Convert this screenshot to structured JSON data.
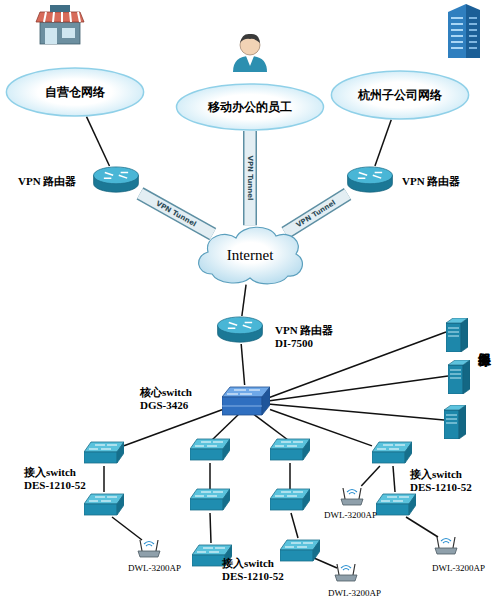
{
  "diagram": {
    "nodes": [
      {
        "text": [
          "自营仓网络"
        ]
      },
      {
        "text": [
          "移动办公的员工"
        ]
      },
      {
        "text": [
          "杭州子公司网络"
        ]
      },
      {
        "text": [
          "VPN 路由器"
        ]
      },
      {
        "text": [
          "VPN 路由器"
        ]
      },
      {
        "text": [
          "Internet"
        ]
      },
      {
        "text": [
          "VPN 路由器 DI-7500"
        ]
      },
      {
        "text": [
          "核心switch DGS-3426"
        ]
      },
      {
        "text": [
          "接入switch DES-1210-52"
        ]
      },
      {
        "text": [
          "接入switch DES-1210-52"
        ]
      },
      {
        "text": [
          "DWL-3200AP"
        ]
      },
      {
        "text": [
          "DWL-3200AP"
        ]
      },
      {
        "text": [
          "DWL-3200AP"
        ]
      },
      {
        "text": [
          "接入switch DES-1210-52"
        ]
      },
      {
        "text": [
          "DWL-3200AP"
        ]
      }
    ],
    "edges": [
      {
        "from": 0,
        "to": 3,
        "arrow": "none"
      },
      {
        "from": 2,
        "to": 4,
        "arrow": "none"
      },
      {
        "from": 1,
        "to": 5,
        "label": "VPN Tunnel",
        "arrow": "none"
      },
      {
        "from": 3,
        "to": 5,
        "label": "VPN Tunnel",
        "arrow": "none"
      },
      {
        "from": 4,
        "to": 5,
        "label": "VPN Tunnel",
        "arrow": "none"
      },
      {
        "from": 5,
        "to": 6,
        "arrow": "none"
      },
      {
        "from": 6,
        "to": 7,
        "arrow": "none"
      },
      {
        "from": 7,
        "to": 8,
        "arrow": "none"
      },
      {
        "from": 7,
        "to": 9,
        "arrow": "none"
      },
      {
        "from": 9,
        "to": 10,
        "arrow": "none"
      }
    ],
    "labels": [
      "服务器组"
    ]
  }
}
